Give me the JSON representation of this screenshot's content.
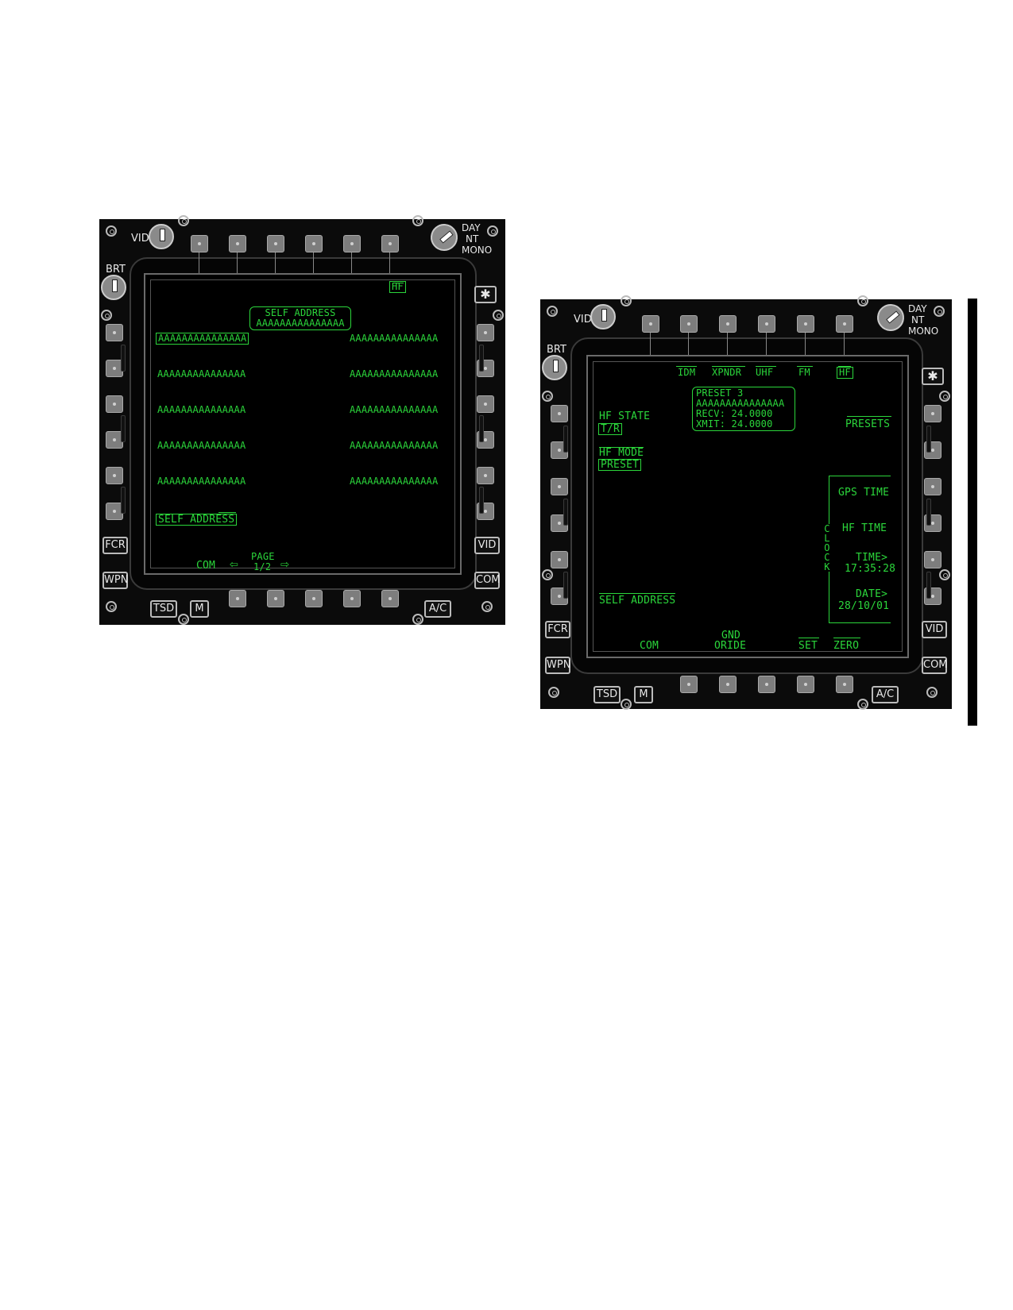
{
  "left_mfd": {
    "bezel": {
      "vid_label": "VID",
      "brt_label": "BRT",
      "day_label": "DAY",
      "nt_label": "NT",
      "mono_label": "MONO",
      "star_label": "✱",
      "fcr_label": "FCR",
      "wpn_label": "WPN",
      "vid_right_label": "VID",
      "com_right_label": "COM",
      "tsd_label": "TSD",
      "m_label": "M",
      "ac_label": "A/C"
    },
    "screen": {
      "top_tab": "HF",
      "header_title": "SELF ADDRESS",
      "header_value": "AAAAAAAAAAAAAAA",
      "left_entries": [
        "AAAAAAAAAAAAAAA",
        "AAAAAAAAAAAAAAA",
        "AAAAAAAAAAAAAAA",
        "AAAAAAAAAAAAAAA",
        "AAAAAAAAAAAAAAA"
      ],
      "right_entries": [
        "AAAAAAAAAAAAAAA",
        "AAAAAAAAAAAAAAA",
        "AAAAAAAAAAAAAAA",
        "AAAAAAAAAAAAAAA",
        "AAAAAAAAAAAAAAA"
      ],
      "self_address_button": "SELF ADDRESS",
      "com_label": "COM",
      "page_label": "PAGE",
      "page_value": "1/2",
      "page_prev": "⇦",
      "page_next": "⇨"
    }
  },
  "right_mfd": {
    "bezel": {
      "vid_label": "VID",
      "brt_label": "BRT",
      "day_label": "DAY",
      "nt_label": "NT",
      "mono_label": "MONO",
      "star_label": "✱",
      "fcr_label": "FCR",
      "wpn_label": "WPN",
      "vid_right_label": "VID",
      "com_right_label": "COM",
      "tsd_label": "TSD",
      "m_label": "M",
      "ac_label": "A/C"
    },
    "screen": {
      "top_tabs": [
        "IDM",
        "XPNDR",
        "UHF",
        "FM",
        "HF"
      ],
      "preset_box": {
        "title": "PRESET 3",
        "name": "AAAAAAAAAAAAAAA",
        "recv": "RECV:  24.0000",
        "xmit": "XMIT:  24.0000"
      },
      "hf_state_label": "HF STATE",
      "hf_state_value": "T/R",
      "hf_mode_label": "HF MODE",
      "hf_mode_value": "PRESET",
      "presets_label": "PRESETS",
      "clock_label": [
        "C",
        "L",
        "O",
        "C",
        "K"
      ],
      "gps_time_label": "GPS TIME",
      "hf_time_label": "HF TIME",
      "time_label": "TIME>",
      "time_value": "17:35:28",
      "date_label": "DATE>",
      "date_value": "28/10/01",
      "self_address_label": "SELF ADDRESS",
      "com_label": "COM",
      "gnd_label": "GND",
      "oride_label": "ORIDE",
      "set_label": "SET",
      "zero_label": "ZERO"
    }
  }
}
